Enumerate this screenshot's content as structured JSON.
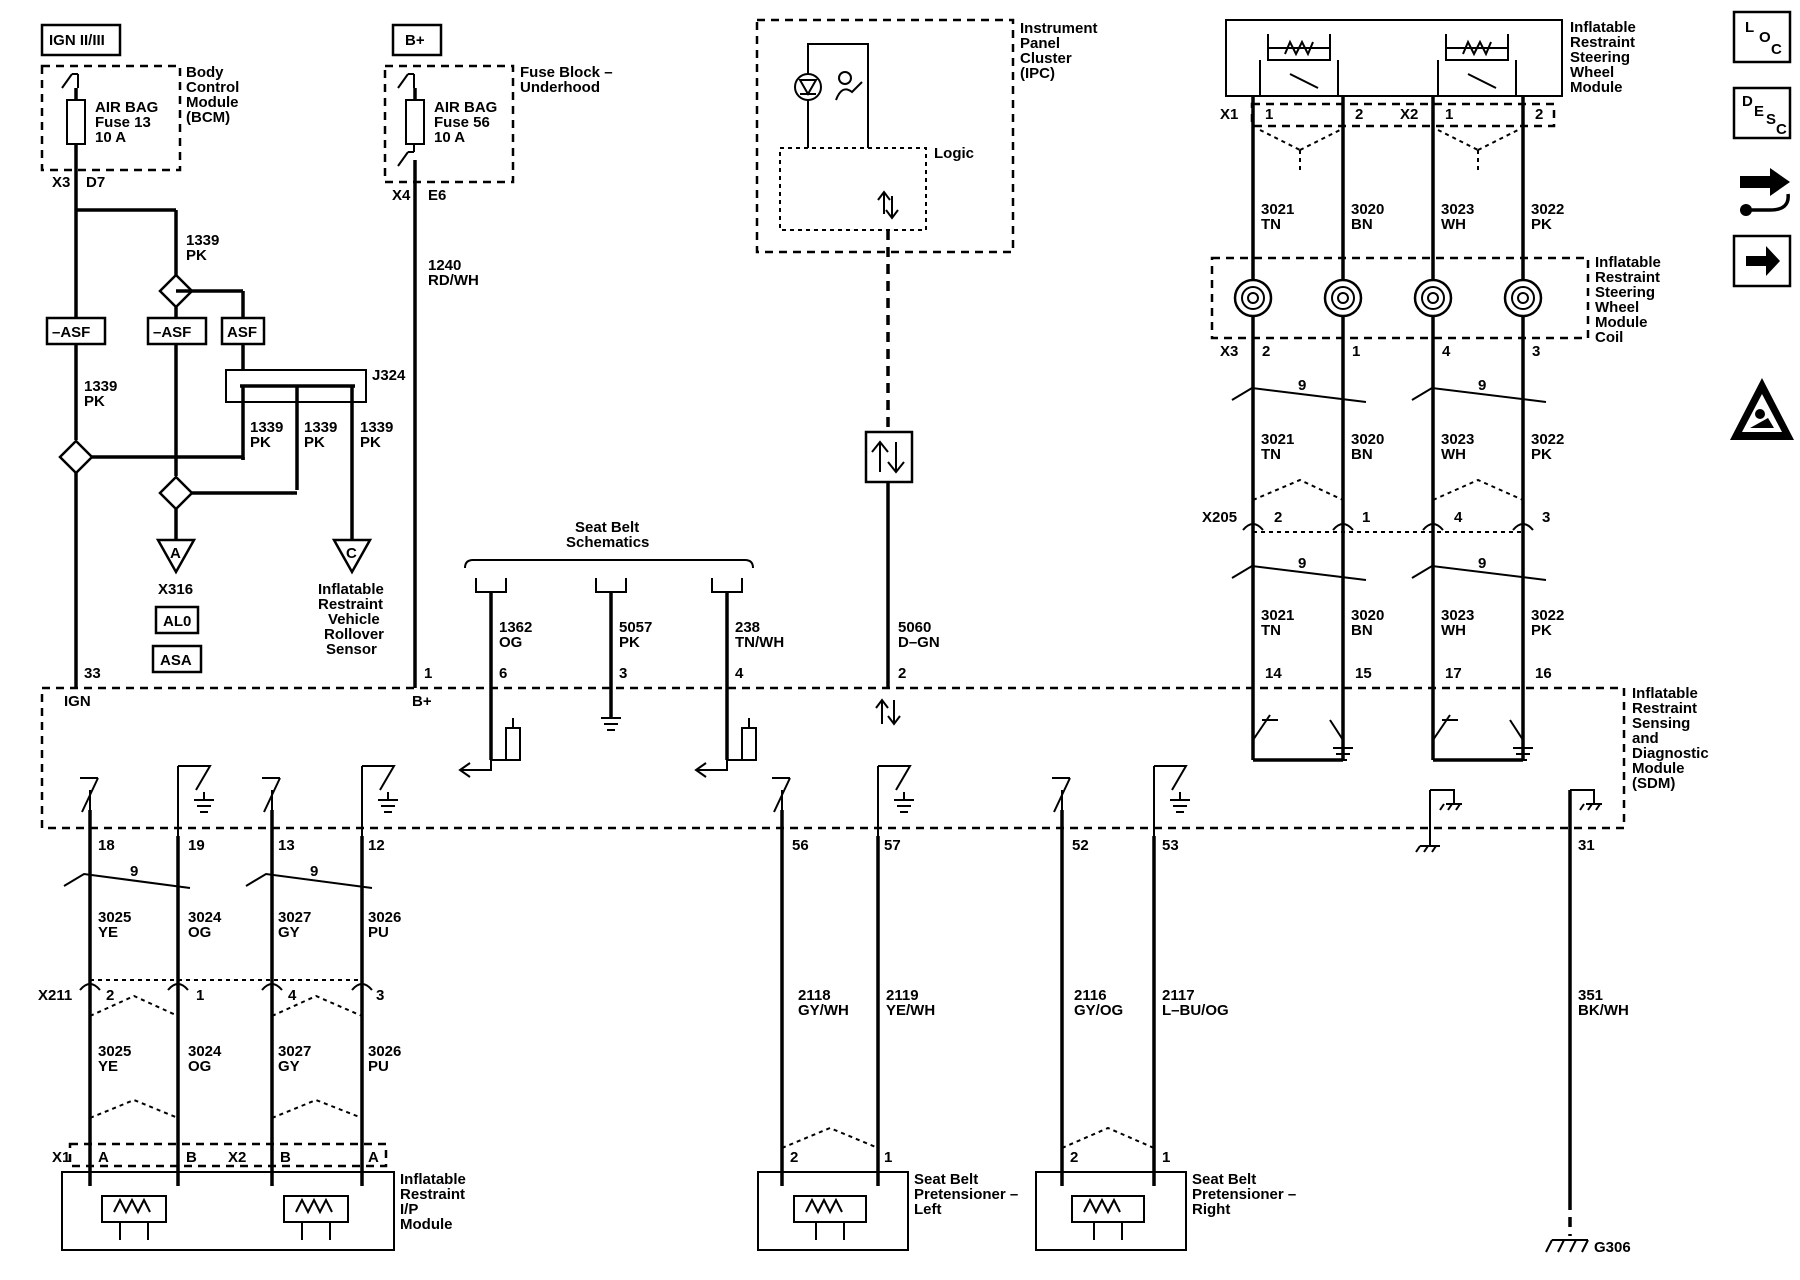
{
  "ign_label": "IGN II/III",
  "bplus_label": "B+",
  "bcm": {
    "fuse_name": "AIR BAG",
    "fuse_no": "Fuse 13",
    "fuse_amp": "10 A",
    "title": [
      "Body",
      "Control",
      "Module",
      "(BCM)"
    ],
    "conn": "X3",
    "pin": "D7"
  },
  "fuse_underhood": {
    "fuse_name": "AIR BAG",
    "fuse_no": "Fuse 56",
    "fuse_amp": "10 A",
    "title": [
      "Fuse Block –",
      "Underhood"
    ],
    "conn": "X4",
    "pin": "E6"
  },
  "ipc": {
    "title": [
      "Instrument",
      "Panel",
      "Cluster",
      "(IPC)"
    ],
    "logic": "Logic"
  },
  "steering_module": {
    "title": [
      "Inflatable",
      "Restraint",
      "Steering",
      "Wheel",
      "Module"
    ]
  },
  "steering_coil": {
    "title": [
      "Inflatable",
      "Restraint",
      "Steering",
      "Wheel",
      "Module",
      "Coil"
    ]
  },
  "sdm": {
    "title": [
      "Inflatable",
      "Restraint",
      "Sensing",
      "and",
      "Diagnostic",
      "Module",
      "(SDM)"
    ]
  },
  "ip_module": {
    "title": [
      "Inflatable",
      "Restraint",
      "I/P",
      "Module"
    ]
  },
  "pret_left": {
    "title": [
      "Seat Belt",
      "Pretensioner –",
      "Left"
    ]
  },
  "pret_right": {
    "title": [
      "Seat Belt",
      "Pretensioner –",
      "Right"
    ]
  },
  "seat_belt": {
    "title": [
      "Seat Belt",
      "Schematics"
    ]
  },
  "sidebar": {
    "loc": [
      "L",
      "O",
      "C"
    ],
    "desc": [
      "D",
      "E",
      "S",
      "C"
    ],
    "icons": [
      "conn-icon",
      "arrow-icon",
      "warning-icon"
    ]
  },
  "wires": {
    "w1339": [
      "1339",
      "PK"
    ],
    "w1240": [
      "1240",
      "RD/WH"
    ],
    "w1362": [
      "1362",
      "OG"
    ],
    "w5057": [
      "5057",
      "PK"
    ],
    "w238": [
      "238",
      "TN/WH"
    ],
    "w5060": [
      "5060",
      "D–GN"
    ],
    "w3021": [
      "3021",
      "TN"
    ],
    "w3020": [
      "3020",
      "BN"
    ],
    "w3023": [
      "3023",
      "WH"
    ],
    "w3022": [
      "3022",
      "PK"
    ],
    "w3025": [
      "3025",
      "YE"
    ],
    "w3024": [
      "3024",
      "OG"
    ],
    "w3027": [
      "3027",
      "GY"
    ],
    "w3026": [
      "3026",
      "PU"
    ],
    "w2118": [
      "2118",
      "GY/WH"
    ],
    "w2119": [
      "2119",
      "YE/WH"
    ],
    "w2116": [
      "2116",
      "GY/OG"
    ],
    "w2117": [
      "2117",
      "L–BU/OG"
    ],
    "w351": [
      "351",
      "BK/WH"
    ]
  },
  "asf": {
    "neg": "–ASF",
    "pos": "ASF"
  },
  "splice": "J324",
  "ref_a": {
    "letter": "A",
    "conn": "X316",
    "opts": [
      "AL0",
      "ASA"
    ]
  },
  "ref_c": {
    "letter": "C",
    "label": [
      "Inflatable",
      "Restraint",
      "Vehicle",
      "Rollover",
      "Sensor"
    ]
  },
  "connectors": {
    "x1": "X1",
    "x2": "X2",
    "x3": "X3",
    "x205": "X205",
    "x211": "X211"
  },
  "pins": {
    "ign": "33",
    "ign_label": "IGN",
    "bplus": "1",
    "bplus_label": "B+",
    "p6": "6",
    "p3": "3",
    "p4": "4",
    "p2": "2",
    "p14": "14",
    "p15": "15",
    "p17": "17",
    "p16": "16",
    "p18": "18",
    "p19": "19",
    "p13": "13",
    "p12": "12",
    "p56": "56",
    "p57": "57",
    "p52": "52",
    "p53": "53",
    "p31": "31",
    "twist": "9",
    "one": "1",
    "two": "2",
    "three": "3",
    "four": "4",
    "a": "A",
    "b": "B"
  },
  "ground": "G306"
}
